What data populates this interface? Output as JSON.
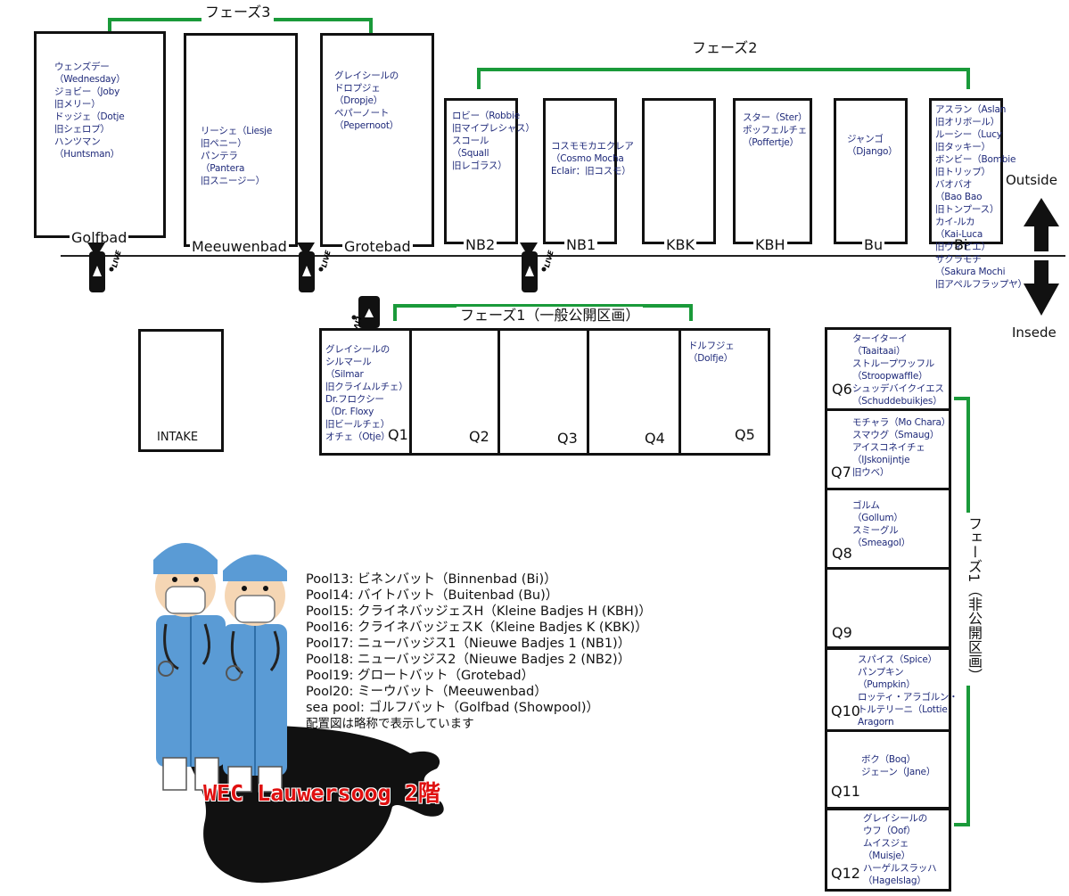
{
  "phases": {
    "phase3": "フェーズ3",
    "phase2": "フェーズ2",
    "phase1_public": "フェーズ1（一般公開区画）",
    "phase1_private": "フェーズ1（非公開区画）"
  },
  "directions": {
    "outside": "Outside",
    "inside": "Insede"
  },
  "camera_label": "LIVE",
  "top_pools": [
    {
      "label": "Golfbad",
      "names": "ウェンズデー\n（Wednesday）\nジョビー（Joby\n旧メリー）\nドッジェ（Dotje\n旧シェロプ）\nハンツマン\n（Huntsman）"
    },
    {
      "label": "Meeuwenbad",
      "names": "リーシェ（Liesje\n旧ペニー）\nパンテラ\n（Pantera\n旧スニージー）"
    },
    {
      "label": "Grotebad",
      "names": "グレイシールの\nドロプジェ\n（Dropje）\nペパーノート\n（Pepernoot）"
    },
    {
      "label": "NB2",
      "names": "ロビー（Robbie\n旧マイプレシャス）\nスコール\n（Squall\n旧レゴラス）"
    },
    {
      "label": "NB1",
      "names": "コスモモカエクレア\n（Cosmo Mocha\nEclair：旧コスモ）"
    },
    {
      "label": "KBK",
      "names": ""
    },
    {
      "label": "KBH",
      "names": "スター（Ster）\nポッフェルチェ\n（Poffertje）"
    },
    {
      "label": "Bu",
      "names": "ジャンゴ\n（Django）"
    },
    {
      "label": "Bi",
      "names": "アスラン（Aslan\n旧オリボール）\nルーシー（Lucy\n旧タッキー）\nボンビー（Bombie\n旧トリップ）\nバオバオ\n（Bao Bao\n旧トンプース）\nカイ-ルカ\n（Kai-Luca\n旧ヴィピエ）\nサクラモチ\n（Sakura Mochi\n旧アペルフラップヤ）"
    }
  ],
  "intake": {
    "label": "INTAKE"
  },
  "q_pools_row": [
    {
      "label": "Q1",
      "names": "グレイシールの\nシルマール\n（Silmar\n旧クライムルチェ）\nDr.フロクシー\n（Dr. Floxy\n旧ビールチェ）\nオチェ（Otje）"
    },
    {
      "label": "Q2",
      "names": ""
    },
    {
      "label": "Q3",
      "names": ""
    },
    {
      "label": "Q4",
      "names": ""
    },
    {
      "label": "Q5",
      "names": "ドルフジェ\n（Dolfje）"
    }
  ],
  "q_pools_column": [
    {
      "label": "Q6",
      "names": "ターイターイ\n（Taaitaai）\nストループワッフル\n（Stroopwaffle）\nシュッデバイクイエス\n（Schuddebuikjes）"
    },
    {
      "label": "Q7",
      "names": "モチャラ（Mo Chara）\nスマウグ（Smaug）\nアイスコネイチェ\n（IJskonijntje\n旧ウベ）"
    },
    {
      "label": "Q8",
      "names": "ゴルム\n（Gollum）\nスミーグル\n（Smeagol）"
    },
    {
      "label": "Q9",
      "names": ""
    },
    {
      "label": "Q10",
      "names": "スパイス（Spice）\nパンプキン\n（Pumpkin）\nロッティ・アラゴルン・\nトルテリーニ（Lottie\nAragorn\nTortellini）"
    },
    {
      "label": "Q11",
      "names": "ボク（Boq）\nジェーン（Jane）"
    },
    {
      "label": "Q12",
      "names": "グレイシールの\nウフ（Oof）\nムイスジェ\n（Muisje）\nハーゲルスラッハ\n（Hagelslag）"
    }
  ],
  "legend": [
    "Pool13: ビネンバット（Binnenbad (Bi)）",
    "Pool14: バイトバット（Buitenbad (Bu)）",
    "Pool15: クライネバッジェスH（Kleine Badjes H (KBH)）",
    "Pool16: クライネバッジェスK（Kleine Badjes K (KBK)）",
    "Pool17: ニューバッジス1（Nieuwe Badjes 1 (NB1)）",
    "Pool18: ニューバッジス2（Nieuwe Badjes 2 (NB2)）",
    "Pool19: グロートバット（Grotebad）",
    "Pool20: ミーウバット（Meeuwenbad）",
    "sea pool: ゴルフバット（Golfbad (Showpool)）",
    "配置図は略称で表示しています"
  ],
  "caption": "WEC Lauwersoog 2階",
  "colors": {
    "phase_line": "#1a9a3a",
    "pool_name_text": "#1f2a7a",
    "caption_red": "#e01010",
    "staff_blue": "#5a9bd5",
    "seal_black": "#111111"
  }
}
